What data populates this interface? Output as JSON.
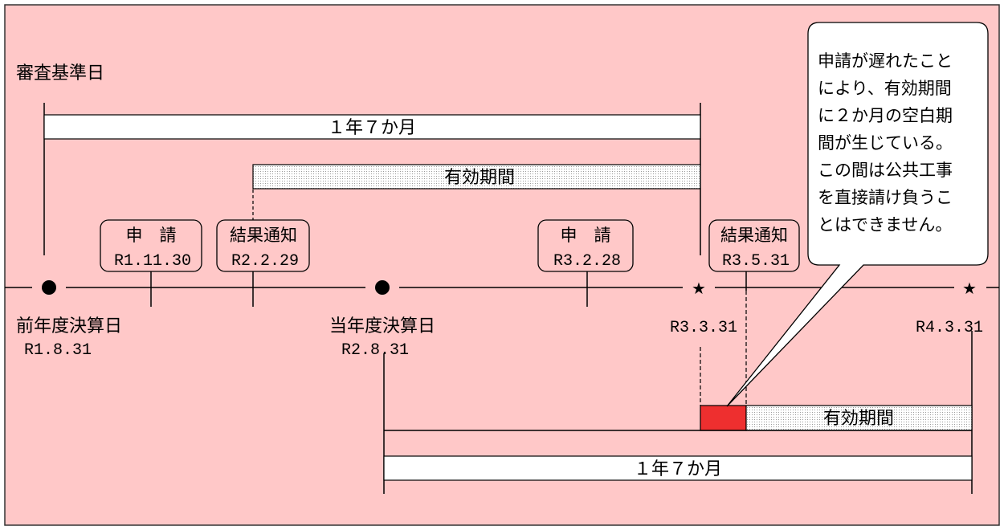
{
  "labels": {
    "review_base_date": "審査基準日",
    "period_top": "１年７か月",
    "period_bottom": "１年７か月",
    "valid_period_top": "有効期間",
    "valid_period_bottom": "有効期間",
    "prev_fy_close": "前年度決算日",
    "prev_fy_close_date": "R1.8.31",
    "curr_fy_close": "当年度決算日",
    "curr_fy_close_date": "R2.8.31",
    "date_r3_3_31": "R3.3.31",
    "date_r4_3_31": "R4.3.31",
    "star": "★"
  },
  "boxes": {
    "apply1": {
      "title": "申　請",
      "date": "R1.11.30"
    },
    "result1": {
      "title": "結果通知",
      "date": "R2.2.29"
    },
    "apply2": {
      "title": "申　請",
      "date": "R3.2.28"
    },
    "result2": {
      "title": "結果通知",
      "date": "R3.5.31"
    }
  },
  "note": {
    "lines": [
      "申請が遅れたこと",
      "により、有効期間",
      "に２か月の空白期",
      "間が生じている。",
      "この間は公共工事",
      "を直接請け負うこ",
      "とはできません。"
    ]
  },
  "colors": {
    "background": "#ffc8c8",
    "border": "#333333",
    "bar_fill": "#ffffff",
    "bar_dotted_fill": "#e8e8e8",
    "gap_fill": "#ee2f2f"
  }
}
